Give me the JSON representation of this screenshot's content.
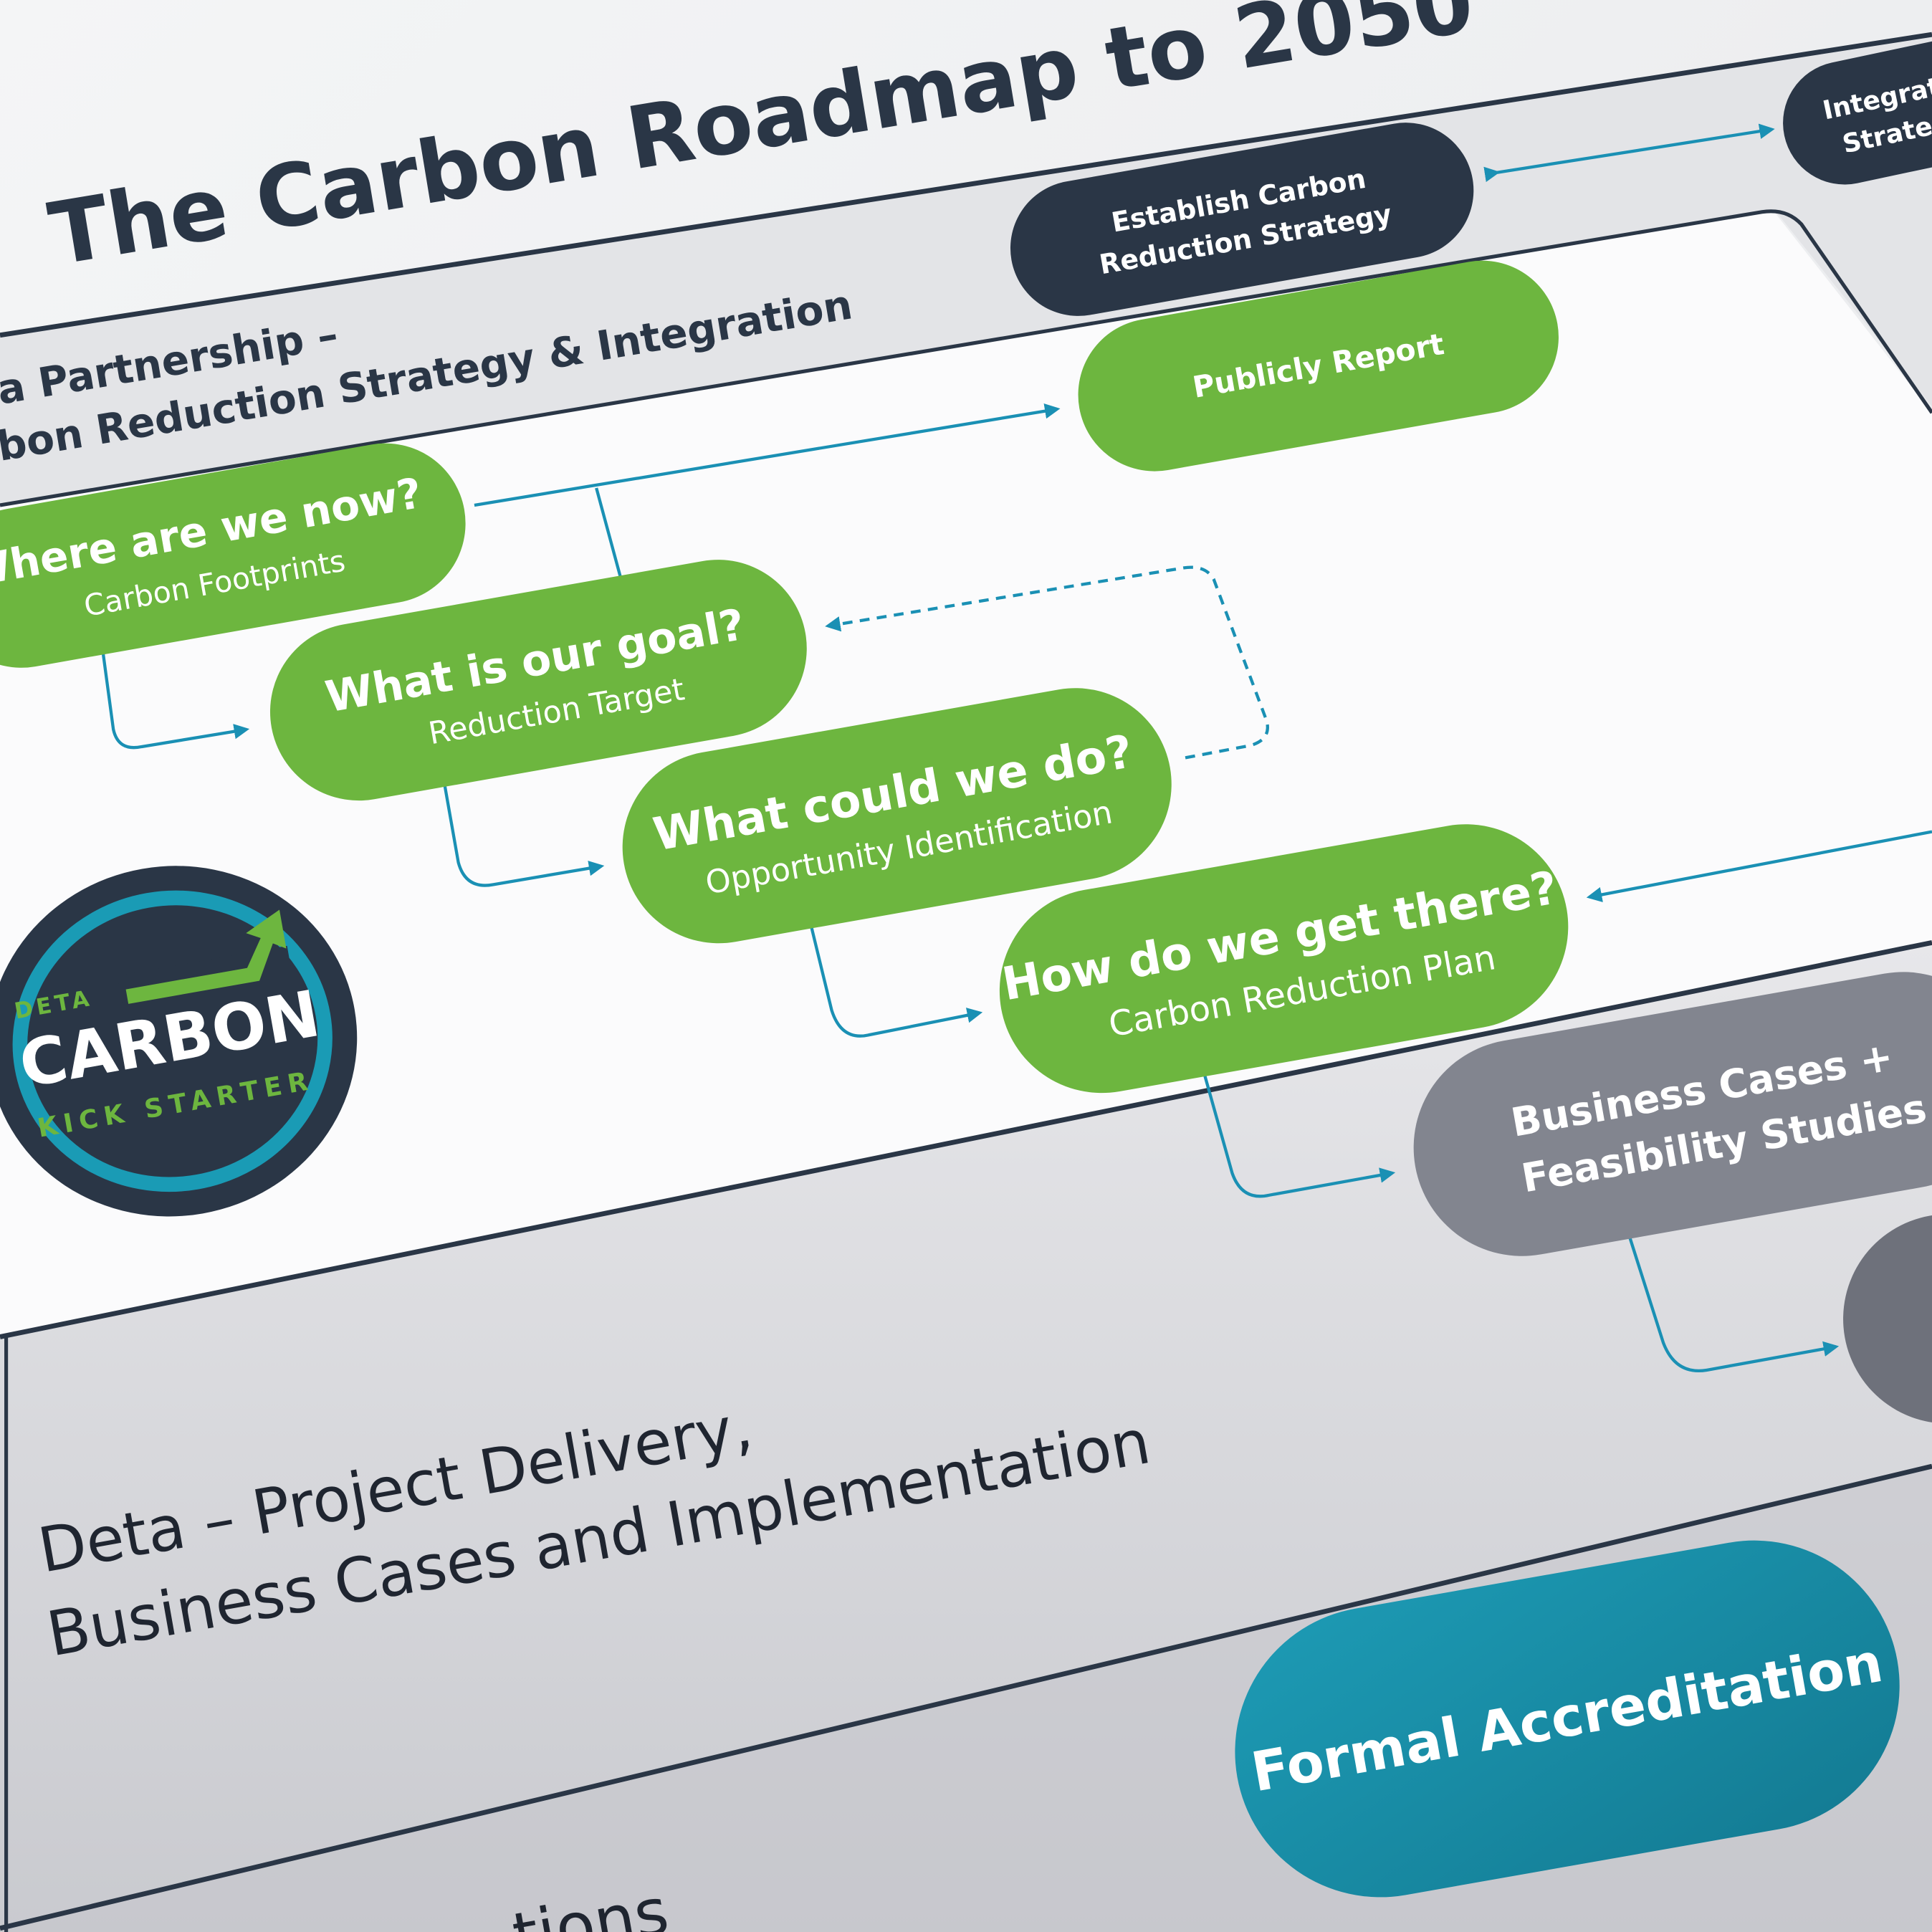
{
  "title": "The Carbon Roadmap to 2050",
  "partnership_band": {
    "line1": "a Partnership –",
    "line2": "bon Reduction Strategy & Integration"
  },
  "delivery_band": {
    "line1": "Deta – Project Delivery,",
    "line2": "Business Cases and Implementation"
  },
  "bottom_band_partial": "tions",
  "nodes": {
    "establish": {
      "line1": "Establish Carbon",
      "line2": "Reduction Strategy"
    },
    "integration": {
      "line1": "Integrat",
      "line2": "Strateg"
    },
    "publicly_report": {
      "label": "Publicly Report"
    },
    "where_now": {
      "title": "Where are we now?",
      "subtitle": "Carbon Footprints"
    },
    "goal": {
      "title": "What is our goal?",
      "subtitle": "Reduction Target"
    },
    "could_do": {
      "title": "What could we do?",
      "subtitle": "Opportunity Identification"
    },
    "get_there": {
      "title": "How do we get there?",
      "subtitle": "Carbon Reduction Plan"
    },
    "business_cases": {
      "line1": "Business Cases +",
      "line2": "Feasibility Studies"
    },
    "formal_accreditation": {
      "label": "Formal Accreditation"
    }
  },
  "logo": {
    "top": "DETA",
    "main": "CARBON",
    "bottom": "KICK STARTER"
  },
  "colors": {
    "green": "#6db63f",
    "navy": "#2a3646",
    "teal": "#1a8ea8",
    "connector": "#1a90b4",
    "gray_pill": "#82858f",
    "band_gray": "#dfe0e4",
    "panel_white": "#fbfbfc"
  }
}
